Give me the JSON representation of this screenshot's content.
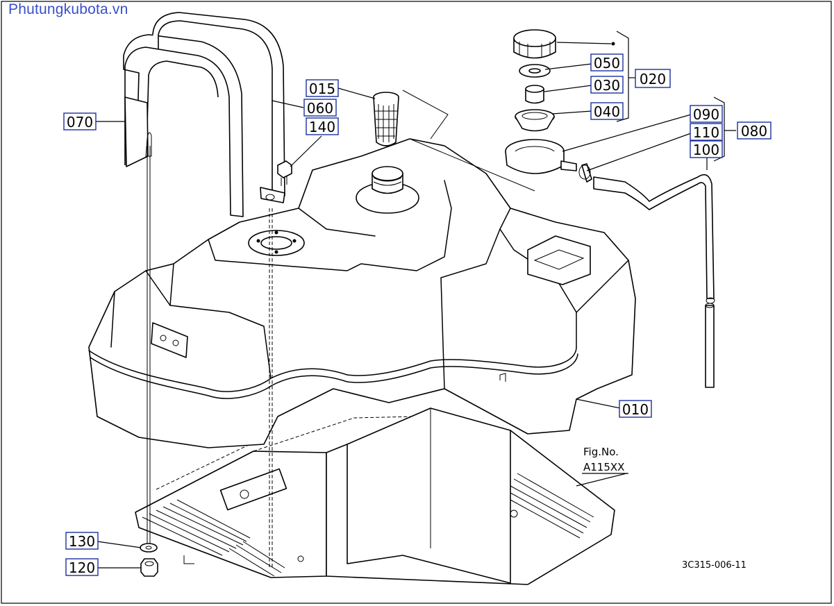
{
  "watermark": "Phutungkubota.vn",
  "drawing_code": "3C315-006-11",
  "fig_ref": {
    "line1": "Fig.No.",
    "line2": "A115XX"
  },
  "callouts": {
    "c070": "070",
    "c060": "060",
    "c015": "015",
    "c140": "140",
    "c050": "050",
    "c030": "030",
    "c040": "040",
    "c020": "020",
    "c090": "090",
    "c110": "110",
    "c100": "100",
    "c080": "080",
    "c010": "010",
    "c130": "130",
    "c120": "120"
  }
}
